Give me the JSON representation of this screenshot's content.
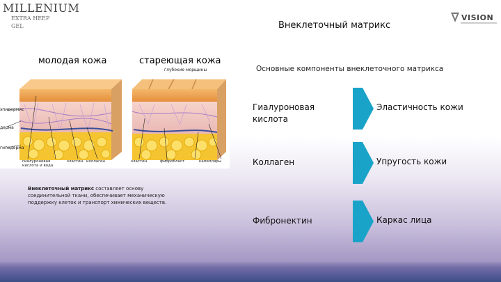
{
  "logo": {
    "brand": "MILLENIUM",
    "line1": "EXTRA HEEP",
    "line2": "GEL"
  },
  "slide": {
    "title": "Внеклеточный матрикс"
  },
  "vision_logo": {
    "word": "VISION"
  },
  "figure": {
    "young_label": "молодая кожа",
    "aging_label": "стареющая кожа",
    "wrinkles_note": "глубокие морщины",
    "side_labels": [
      "эпидермис",
      "дерма",
      "гиподерма"
    ],
    "bottom_labels": [
      "гиалуроновая кислота и вода",
      "эластин",
      "коллаген",
      "эластин",
      "фибробласт",
      "капилляры"
    ]
  },
  "caption": {
    "bold": "Внеклеточный матрикс",
    "text": " составляет основу соединительной ткани, обеспечивает механическую поддержку клеток и транспорт химических веществ."
  },
  "components": {
    "subtitle": "Основные компоненты внеклеточного матрикса",
    "rows": [
      {
        "component": "Гиалуроновая кислота",
        "effect": "Эластичность кожи"
      },
      {
        "component": "Коллаген",
        "effect": "Упругость кожи"
      },
      {
        "component": "Фибронектин",
        "effect": "Каркас лица"
      }
    ]
  },
  "colors": {
    "arrow": "#1aa3c8",
    "accent_purple": "#7a6fb0"
  }
}
